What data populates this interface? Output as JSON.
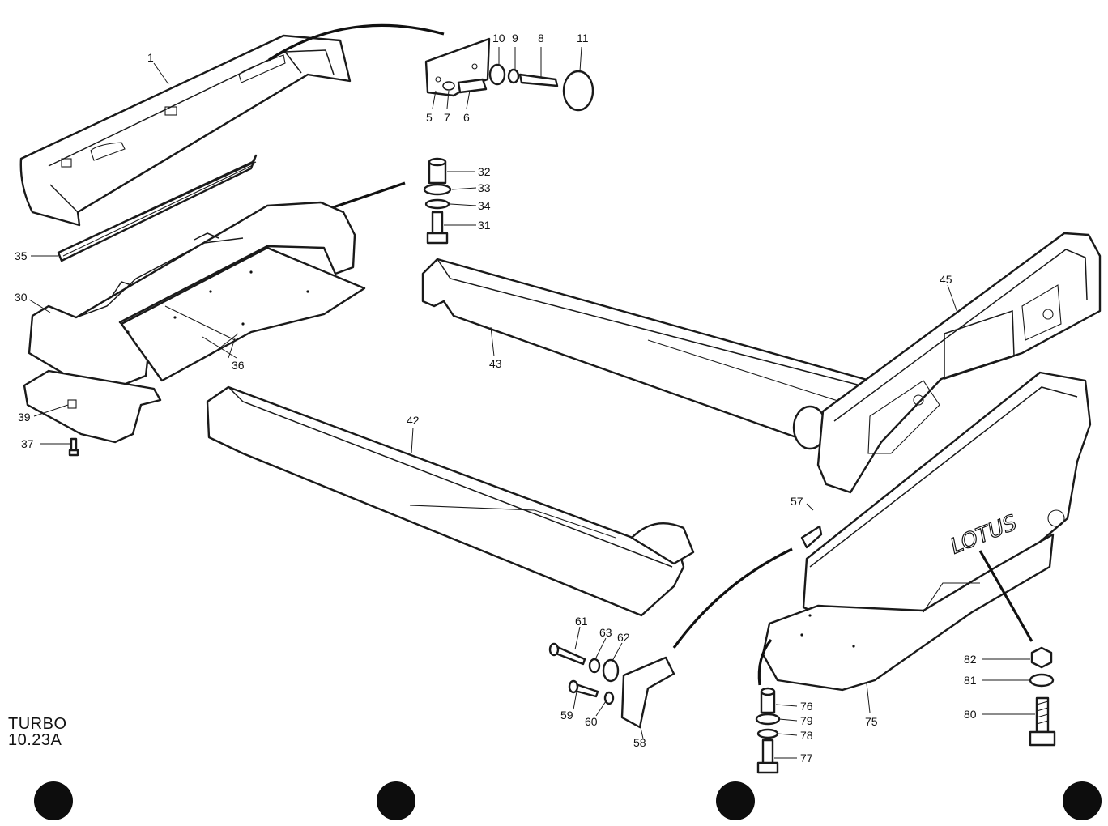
{
  "sheet": {
    "model": "TURBO",
    "plate": "10.23A"
  },
  "badge_text": "LOTUS",
  "callouts": {
    "c1": "1",
    "c5": "5",
    "c7": "7",
    "c6": "6",
    "c10": "10",
    "c9": "9",
    "c8": "8",
    "c11": "11",
    "c32": "32",
    "c33": "33",
    "c34": "34",
    "c31": "31",
    "c35": "35",
    "c30": "30",
    "c36": "36",
    "c39": "39",
    "c37": "37",
    "c42": "42",
    "c43": "43",
    "c45": "45",
    "c57": "57",
    "c61": "61",
    "c63": "63",
    "c62": "62",
    "c59": "59",
    "c60": "60",
    "c58": "58",
    "c76": "76",
    "c79": "79",
    "c78": "78",
    "c77": "77",
    "c75": "75",
    "c82": "82",
    "c81": "81",
    "c80": "80"
  }
}
